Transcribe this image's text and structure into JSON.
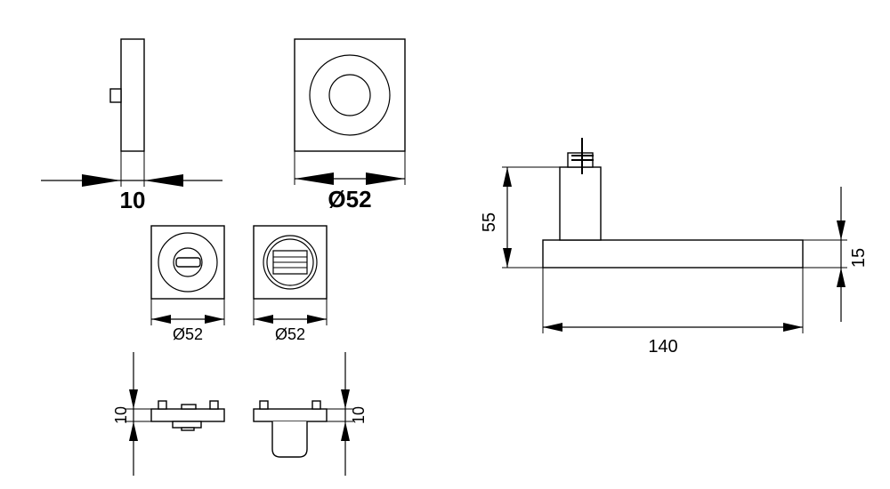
{
  "labels": {
    "rose_side_thickness": "10",
    "rose_diameter": "Ø52",
    "wc_turn_diameter": "Ø52",
    "wc_release_diameter": "Ø52",
    "wc_turn_height": "10",
    "wc_release_height": "10",
    "lever_height": "55",
    "lever_thickness": "15",
    "lever_length": "140"
  }
}
